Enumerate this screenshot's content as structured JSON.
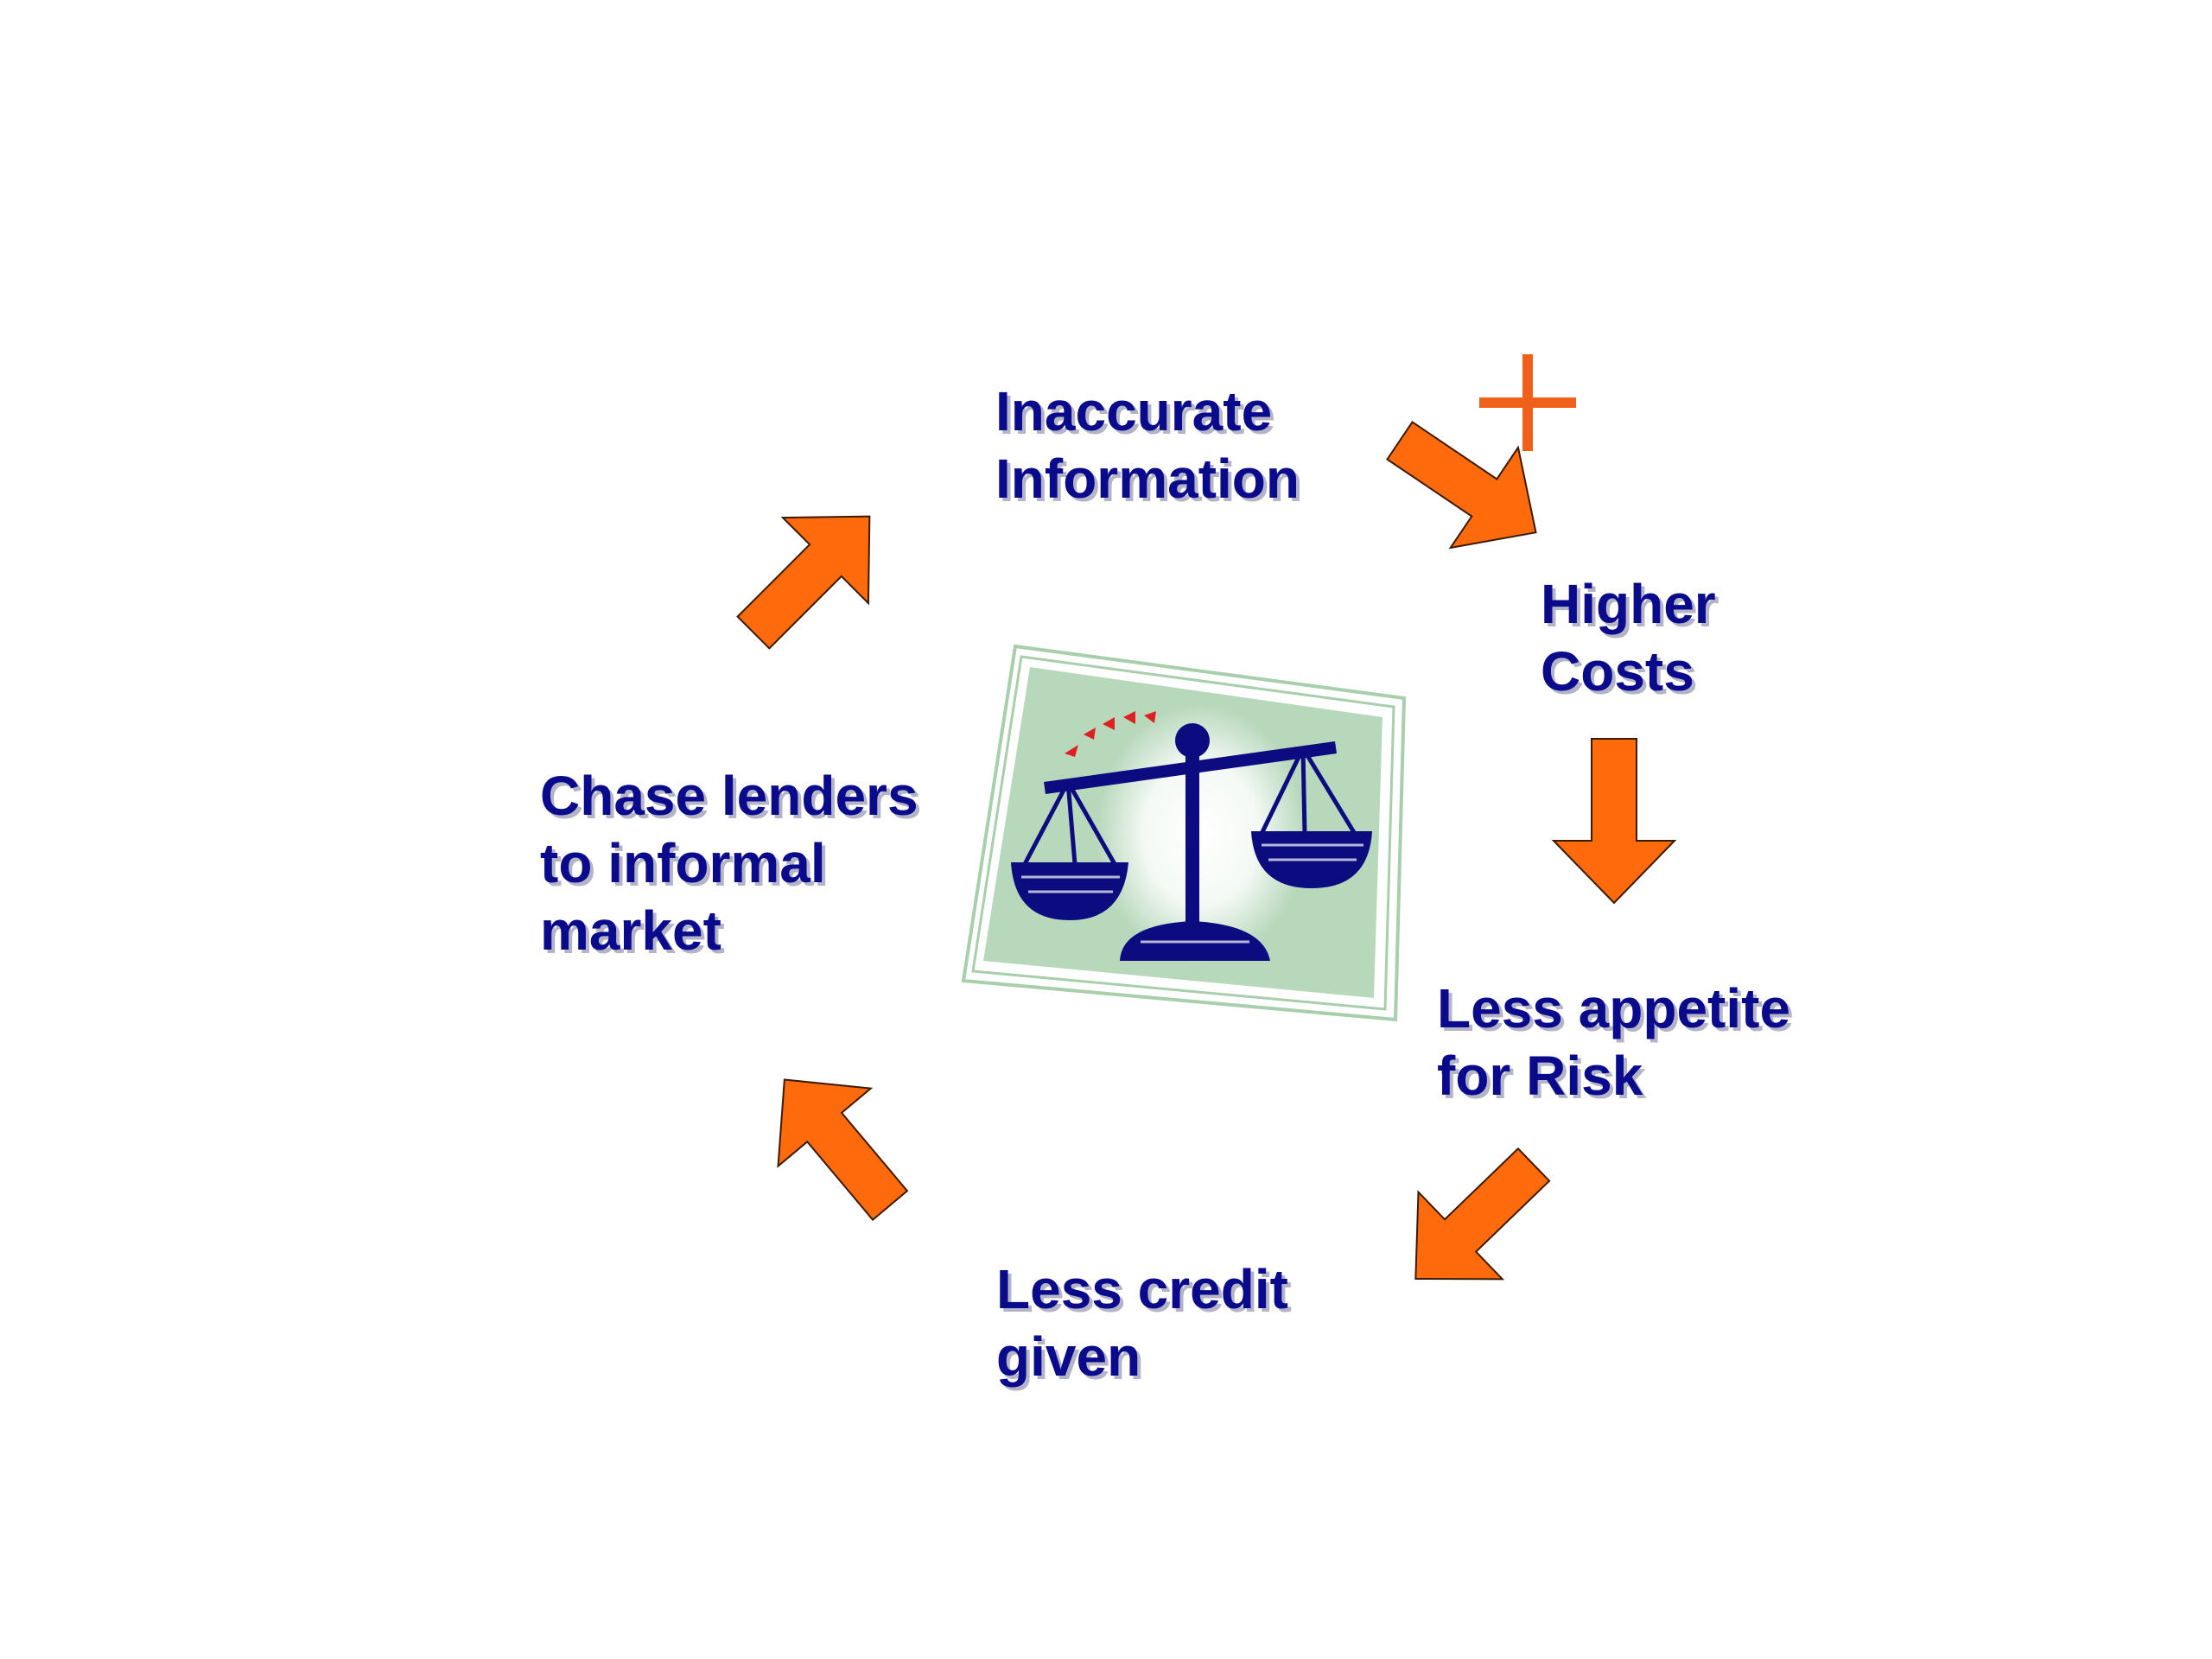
{
  "diagram": {
    "colors": {
      "text": "#0a0a8c",
      "text_shadow": "#b4b4c8",
      "arrow_fill": "#ff6a0d",
      "arrow_stroke": "#3a1a00",
      "plus_sign": "#f0601a",
      "frame_fill": "#b8d8bc",
      "frame_border": "#a8cfac",
      "scale_color": "#0c0c80",
      "scale_highlight": "#ffffff",
      "tick_marks": "#e02020"
    },
    "nodes": {
      "inaccurate_information": {
        "line1": "Inaccurate",
        "line2": "Information"
      },
      "higher_costs": {
        "line1": "Higher",
        "line2": "Costs"
      },
      "less_appetite": {
        "line1": "Less appetite",
        "line2": "for Risk"
      },
      "less_credit": {
        "line1": "Less credit",
        "line2": "given"
      },
      "chase_lenders": {
        "line1": "Chase lenders",
        "line2": "to informal",
        "line3": "market"
      }
    },
    "icons": {
      "center": "balance-scale-icon",
      "plus": "plus-icon",
      "arrow": "arrow-icon"
    }
  }
}
